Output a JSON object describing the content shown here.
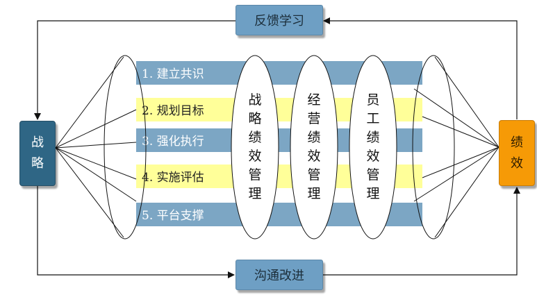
{
  "feedback_label": "反馈学习",
  "communication_label": "沟通改进",
  "strategy": {
    "line1": "战",
    "line2": "略"
  },
  "performance": {
    "line1": "绩",
    "line2": "效"
  },
  "steps": [
    {
      "label": "1. 建立共识",
      "style": "blue"
    },
    {
      "label": "2. 规划目标",
      "style": "yellow"
    },
    {
      "label": "3. 强化执行",
      "style": "blue"
    },
    {
      "label": "4. 实施评估",
      "style": "yellow"
    },
    {
      "label": "5. 平台支撑",
      "style": "blue"
    }
  ],
  "management_layers": [
    {
      "chars": [
        "战",
        "略",
        "绩",
        "效",
        "管",
        "理"
      ]
    },
    {
      "chars": [
        "经",
        "营",
        "绩",
        "效",
        "管",
        "理"
      ]
    },
    {
      "chars": [
        "员",
        "工",
        "绩",
        "效",
        "管",
        "理"
      ]
    }
  ],
  "colors": {
    "blue_bar": "#7ca6c4",
    "yellow_bar": "#ffff99",
    "strategy": "#2f6685",
    "performance": "#f69a06"
  }
}
